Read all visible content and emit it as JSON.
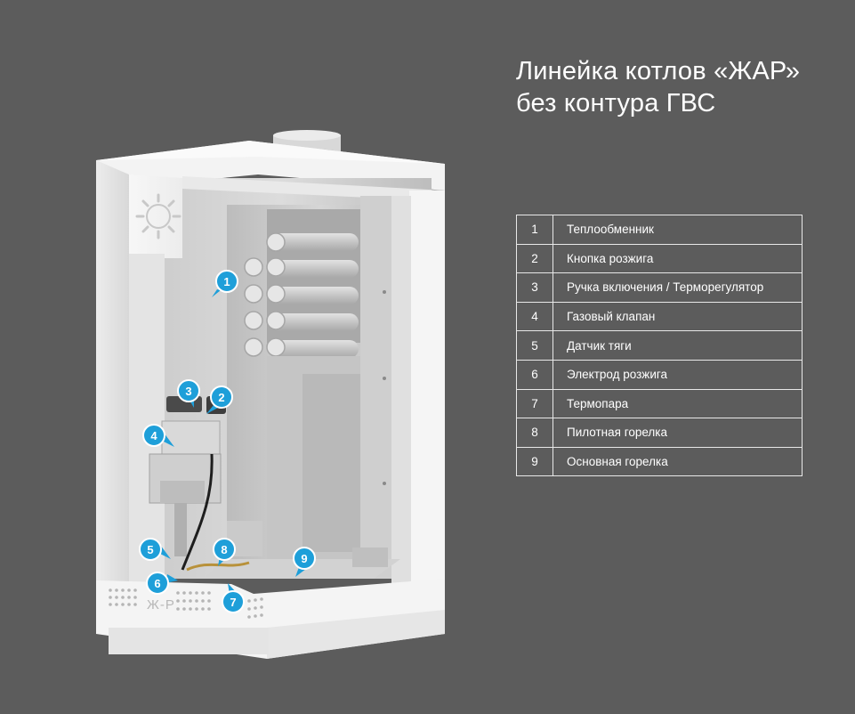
{
  "title": {
    "line1": "Линейка котлов «ЖАР»",
    "line2": "без контура ГВС"
  },
  "legend": [
    {
      "num": "1",
      "label": "Теплообменник"
    },
    {
      "num": "2",
      "label": "Кнопка розжига"
    },
    {
      "num": "3",
      "label": "Ручка включения / Терморегулятор"
    },
    {
      "num": "4",
      "label": "Газовый клапан"
    },
    {
      "num": "5",
      "label": "Датчик тяги"
    },
    {
      "num": "6",
      "label": "Электрод розжига"
    },
    {
      "num": "7",
      "label": "Термопара"
    },
    {
      "num": "8",
      "label": "Пилотная горелка"
    },
    {
      "num": "9",
      "label": "Основная горелка"
    }
  ],
  "markers": [
    "1",
    "2",
    "3",
    "4",
    "5",
    "6",
    "7",
    "8",
    "9"
  ],
  "logo_text": "Ж-Р",
  "colors": {
    "background": "#5c5c5c",
    "marker": "#1e9fd9",
    "casing": "#f4f4f4"
  }
}
